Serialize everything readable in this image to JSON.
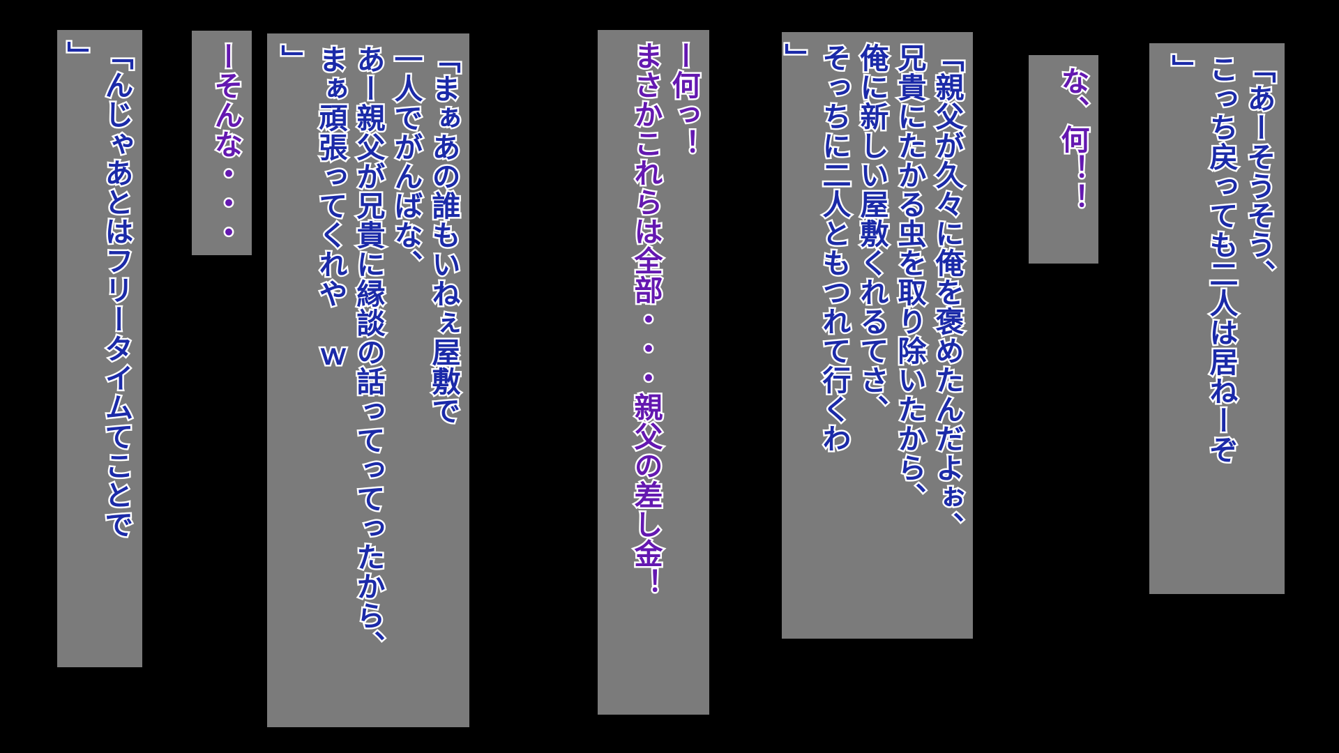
{
  "colors": {
    "background": "#000000",
    "box_fill": "#7b7b7b",
    "text_outline": "#ffffff",
    "speech_blue": "#1b2aa8",
    "speech_purple": "#6418b0"
  },
  "dialogue": [
    {
      "id": "box-1",
      "color": "blue",
      "lines": [
        "「あーそうそう、",
        "こっち戻っても二人は居ねーぞ",
        "」"
      ]
    },
    {
      "id": "box-2",
      "color": "purple",
      "lines": [
        "な、何！！"
      ]
    },
    {
      "id": "box-3",
      "color": "blue",
      "lines": [
        "「親父が久々に俺を褒めたんだよぉ、",
        "兄貴にたかる虫を取り除いたから、",
        "俺に新しい屋敷くれるてさ、",
        "そっちに二人ともつれて行くわ",
        "」"
      ]
    },
    {
      "id": "box-4",
      "color": "purple",
      "lines": [
        "ー何っ！",
        "まさかこれらは全部・・・親父の差し金！"
      ]
    },
    {
      "id": "box-5",
      "color": "blue",
      "lines": [
        "「まぁあの誰もいねぇ屋敷で",
        "一人でがんばな、",
        "あー親父が兄貴に縁談の話ってってったから、",
        "まぁ頑張ってくれや ｗ",
        "」"
      ]
    },
    {
      "id": "box-6",
      "color": "purple",
      "lines": [
        "ーそんな・・・"
      ]
    },
    {
      "id": "box-7",
      "color": "blue",
      "lines": [
        "「んじゃあとはフリータイムてことで",
        "」"
      ]
    }
  ]
}
